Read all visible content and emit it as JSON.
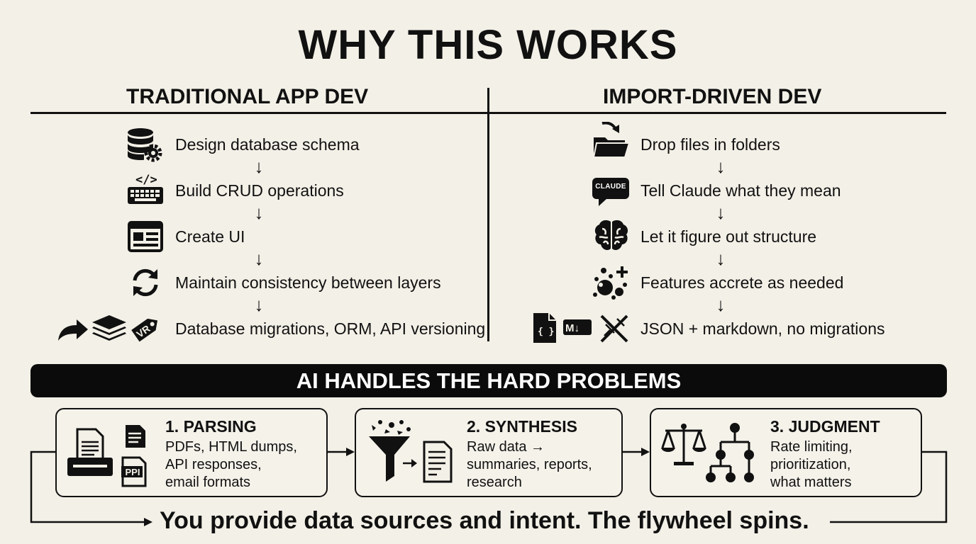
{
  "title": "WHY THIS WORKS",
  "left": {
    "heading": "TRADITIONAL APP DEV",
    "steps": [
      {
        "icon": "database-gear-icon",
        "text": "Design database schema"
      },
      {
        "icon": "code-keyboard-icon",
        "text": "Build CRUD operations"
      },
      {
        "icon": "ui-window-icon",
        "text": "Create UI"
      },
      {
        "icon": "sync-arrows-icon",
        "text": "Maintain consistency between layers"
      },
      {
        "icon": "migration-layers-tag-icon",
        "text": "Database migrations, ORM, API versioning"
      }
    ]
  },
  "right": {
    "heading": "IMPORT-DRIVEN DEV",
    "steps": [
      {
        "icon": "folder-drop-icon",
        "text": "Drop files in folders"
      },
      {
        "icon": "claude-speech-bubble-icon",
        "text": "Tell Claude what they mean",
        "badge": "CLAUDE"
      },
      {
        "icon": "brain-icon",
        "text": "Let it figure out structure"
      },
      {
        "icon": "molecules-plus-icon",
        "text": "Features accrete as needed"
      },
      {
        "icon": "json-markdown-no-migration-icon",
        "text": "JSON + markdown, no migrations"
      }
    ]
  },
  "banner": "AI HANDLES THE HARD PROBLEMS",
  "problems": [
    {
      "title": "1. PARSING",
      "lines": [
        "PDFs, HTML dumps,",
        "API responses,",
        "email formats"
      ],
      "icon": "document-scanner-icon",
      "badge": "PPI"
    },
    {
      "title": "2. SYNTHESIS",
      "lines": [
        "Raw data →",
        "summaries, reports,",
        "research"
      ],
      "icon": "funnel-to-report-icon"
    },
    {
      "title": "3. JUDGMENT",
      "lines": [
        "Rate limiting,",
        "prioritization,",
        "what matters"
      ],
      "icon": "scales-tree-icon"
    }
  ],
  "footer": "You provide data sources and intent. The flywheel spins."
}
